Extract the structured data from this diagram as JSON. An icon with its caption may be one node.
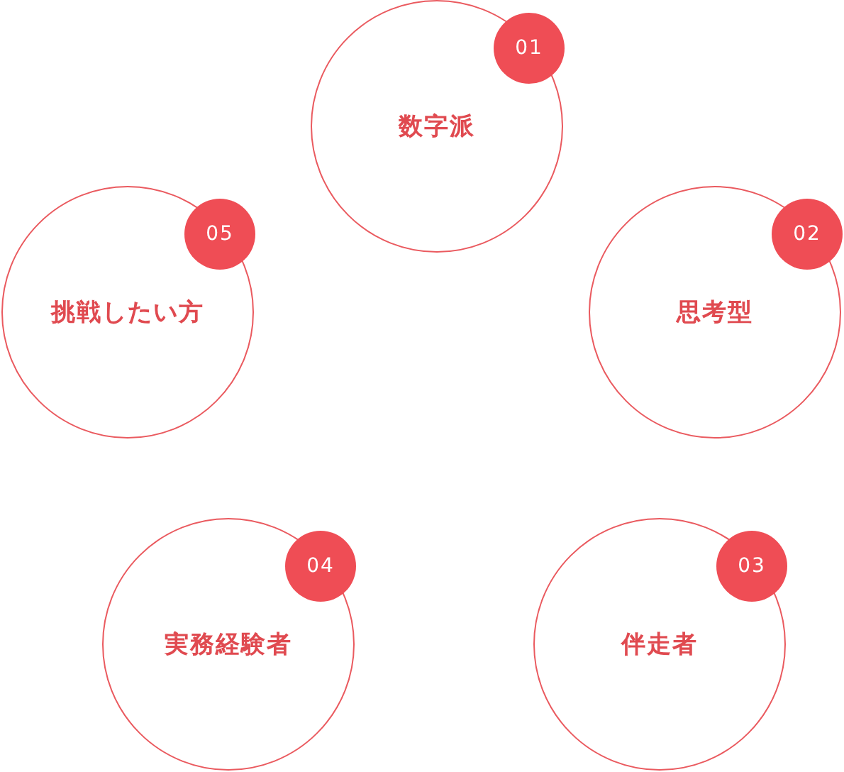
{
  "diagram": {
    "nodes": [
      {
        "text": [
          "01",
          "数字派"
        ]
      },
      {
        "text": [
          "02",
          "思考型"
        ]
      },
      {
        "text": [
          "03",
          "伴走者"
        ]
      },
      {
        "text": [
          "04",
          "実務経験者"
        ]
      },
      {
        "text": [
          "05",
          "挑戦したい方"
        ]
      }
    ]
  }
}
